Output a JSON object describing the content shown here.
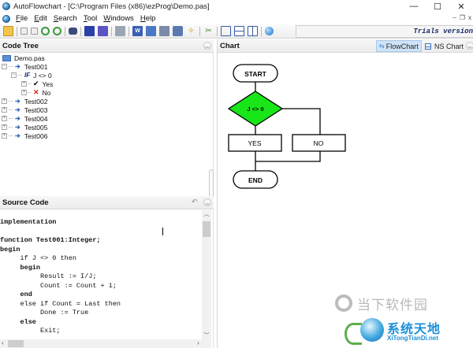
{
  "window": {
    "title": "AutoFlowchart - [C:\\Program Files (x86)\\ezProg\\Demo.pas]",
    "controls": {
      "minimize": "—",
      "maximize": "☐",
      "close": "✕"
    },
    "mdi_controls": {
      "minimize": "–",
      "restore": "❐",
      "close": "x"
    }
  },
  "menu": {
    "items": [
      {
        "label": "File",
        "accel": "F",
        "rest": "ile"
      },
      {
        "label": "Edit",
        "accel": "E",
        "rest": "dit"
      },
      {
        "label": "Search",
        "accel": "S",
        "rest": "earch"
      },
      {
        "label": "Tool",
        "accel": "T",
        "rest": "ool"
      },
      {
        "label": "Windows",
        "accel": "W",
        "rest": "indows"
      },
      {
        "label": "Help",
        "accel": "H",
        "rest": "elp"
      }
    ]
  },
  "toolbar": {
    "buttons": [
      {
        "name": "open-folder-icon",
        "glyph": "📂"
      },
      {
        "name": "expand-all-icon",
        "glyph": "⊞"
      },
      {
        "name": "collapse-all-icon",
        "glyph": "⊟"
      },
      {
        "name": "zoom-in-icon",
        "glyph": "⊕"
      },
      {
        "name": "zoom-out-icon",
        "glyph": "⊖"
      },
      {
        "name": "find-icon",
        "glyph": "🔭"
      },
      {
        "name": "save-icon",
        "glyph": "💾"
      },
      {
        "name": "save-all-icon",
        "glyph": "🗂"
      },
      {
        "name": "print-icon",
        "glyph": "🖨"
      },
      {
        "name": "export-word-icon",
        "glyph": "W"
      },
      {
        "name": "export-visio-icon",
        "glyph": "V"
      },
      {
        "name": "export-image-icon",
        "glyph": "▣"
      },
      {
        "name": "export-send-icon",
        "glyph": "↗"
      },
      {
        "name": "wizard-icon",
        "glyph": "✧"
      },
      {
        "name": "tools-icon",
        "glyph": "✂"
      },
      {
        "name": "cascade-icon",
        "glyph": "⧉"
      },
      {
        "name": "tile-horizontal-icon",
        "glyph": "☰"
      },
      {
        "name": "tile-vertical-icon",
        "glyph": "▥"
      },
      {
        "name": "help-icon",
        "glyph": "?"
      }
    ],
    "trial_text": "Trials version"
  },
  "code_tree": {
    "title": "Code Tree",
    "root": "Demo.pas",
    "items": [
      {
        "label": "Test001",
        "expanded": true
      },
      {
        "label": "J <> 0",
        "type": "IF",
        "if_label": "IF"
      },
      {
        "label": "Yes",
        "type": "branch-yes"
      },
      {
        "label": "No",
        "type": "branch-no"
      },
      {
        "label": "Test002"
      },
      {
        "label": "Test003"
      },
      {
        "label": "Test004"
      },
      {
        "label": "Test005"
      },
      {
        "label": "Test006"
      }
    ]
  },
  "source_code": {
    "title": "Source Code",
    "lines": [
      "implementation",
      "",
      "function Test001:Integer;",
      "begin",
      "     if J <> 0 then",
      "     begin",
      "          Result := I/J;",
      "          Count := Count + 1;",
      "     end",
      "     else if Count = Last then",
      "          Done := True",
      "     else",
      "          Exit;"
    ]
  },
  "chart": {
    "title": "Chart",
    "tabs": [
      {
        "label": "FlowChart",
        "active": true
      },
      {
        "label": "NS Chart",
        "active": false
      }
    ],
    "nodes": {
      "start": "START",
      "decision": "J <> 0",
      "yes": "YES",
      "no": "NO",
      "end": "END"
    },
    "decision_color": "#19e619"
  },
  "watermark": {
    "top_text": "当下软件园",
    "brand_cn": "系统天地",
    "brand_en": "XiTongTianDi.net"
  }
}
